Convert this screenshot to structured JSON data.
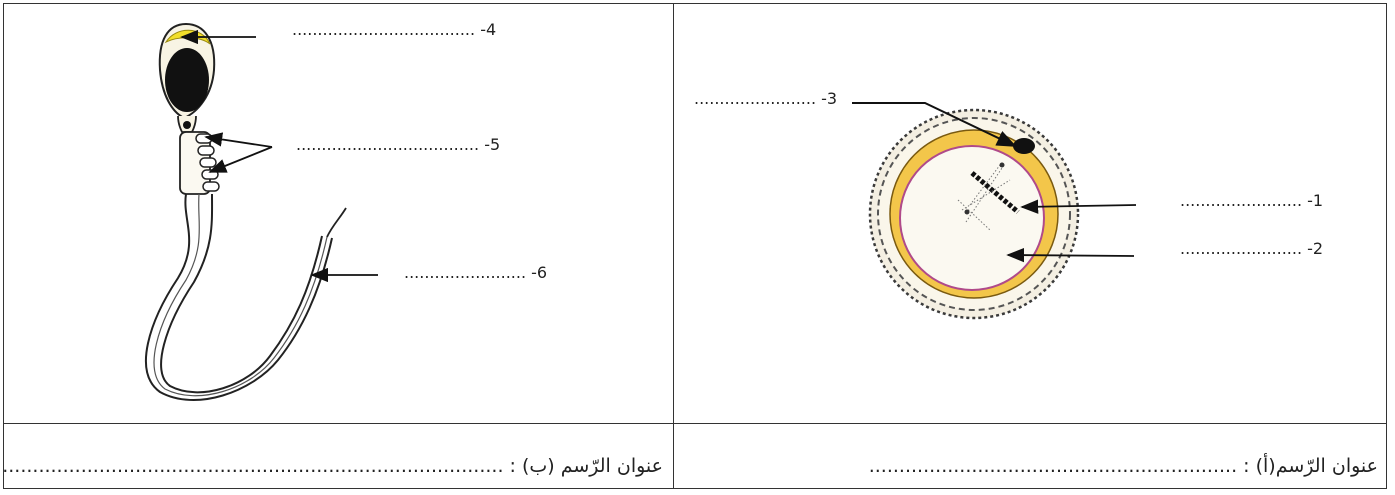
{
  "drawing_a": {
    "labels": [
      {
        "num": "-1",
        "dots": "........................"
      },
      {
        "num": "-2",
        "dots": "........................"
      },
      {
        "num": "-3",
        "dots": "........................"
      }
    ],
    "title_text": "عنوان الرّسم(أ) : ............................................................."
  },
  "drawing_b": {
    "labels": [
      {
        "num": "-4",
        "dots": "...................................."
      },
      {
        "num": "-5",
        "dots": "...................................."
      },
      {
        "num": "-6",
        "dots": "........................"
      }
    ],
    "title_text": "عنوان الرّسم (ب) : ..................................................................................."
  }
}
